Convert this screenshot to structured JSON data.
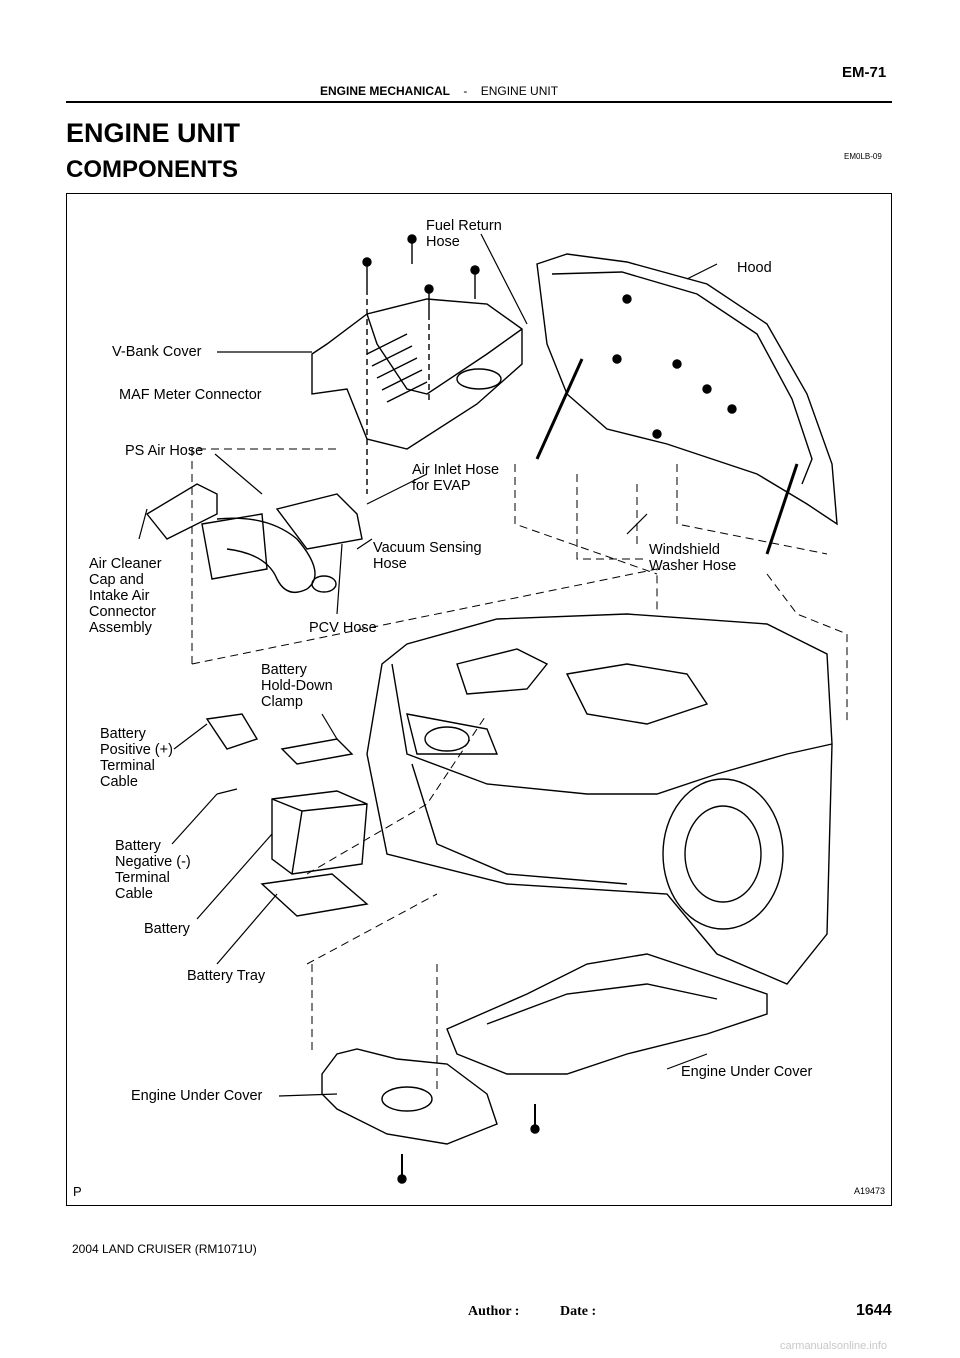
{
  "header": {
    "page_code": "EM-71",
    "section": "ENGINE MECHANICAL",
    "separator": "-",
    "subsection": "ENGINE UNIT"
  },
  "title": "ENGINE UNIT",
  "subtitle": "COMPONENTS",
  "doc_code": "EM0LB-09",
  "figure": {
    "corner_letter": "P",
    "figure_id": "A19473",
    "labels": {
      "fuel_return_hose": "Fuel Return\nHose",
      "hood": "Hood",
      "v_bank_cover": "V-Bank  Cover",
      "maf_meter_connector": "MAF Meter Connector",
      "ps_air_hose": "PS Air Hose",
      "air_inlet_hose": "Air Inlet Hose\nfor EVAP",
      "vacuum_sensing_hose": "Vacuum  Sensing\nHose",
      "windshield_washer_hose": "Windshield\nWasher Hose",
      "air_cleaner_assembly": "Air Cleaner\nCap and\nIntake Air\nConnector\nAssembly",
      "pcv_hose": "PCV Hose",
      "battery_clamp": "Battery\nHold-Down\nClamp",
      "battery_positive_cable": "Battery\nPositive (+)\nTerminal\nCable",
      "battery_negative_cable": "Battery\nNegative  (-)\nTerminal\nCable",
      "battery": "Battery",
      "battery_tray": "Battery  Tray",
      "engine_under_cover_left": "Engine Under Cover",
      "engine_under_cover_right": "Engine Under Cover"
    }
  },
  "footer": {
    "model": "2004 LAND CRUISER   (RM1071U)",
    "author_label": "Author :",
    "date_label": "Date :",
    "page_number": "1644",
    "watermark": "carmanualsonline.info"
  }
}
